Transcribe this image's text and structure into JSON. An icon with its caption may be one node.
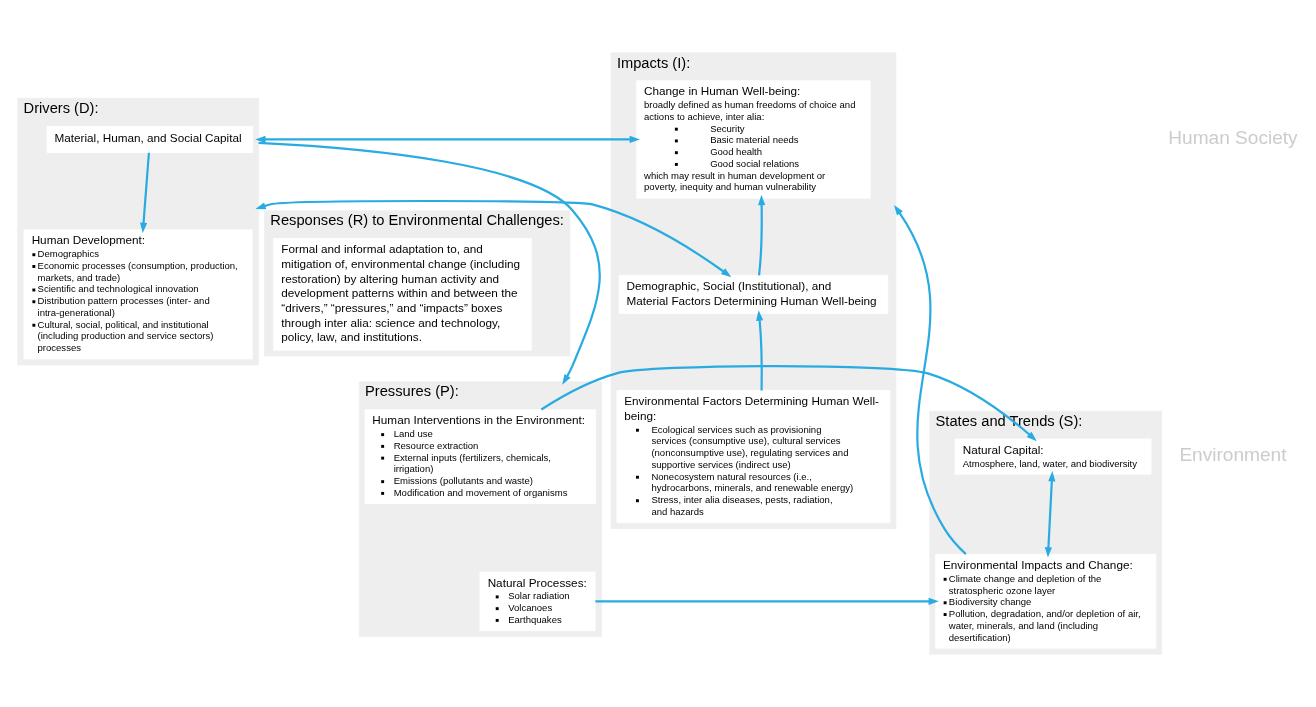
{
  "diagram": {
    "nodes": [
      {
        "text": [
          "Drivers (D):"
        ]
      },
      {
        "text": [
          "Material, Human, and Social Capital"
        ],
        "in": 0
      },
      {
        "text": [
          "Human Development:",
          "Demographics",
          "Economic processes (consumption, production, markets, and trade)",
          "Scientific and technological innovation",
          "Distribution pattern processes (inter- and intra-generational)",
          "Cultural, social, political, and institutional (including production and service sectors) processes"
        ],
        "in": 0
      },
      {
        "text": [
          "Responses (R) to Environmental Challenges:"
        ]
      },
      {
        "text": [
          "Formal and informal adaptation to, and mitigation of, environmental change (including restoration) by altering human activity and development patterns within and between the “drivers,” “pressures,” and “impacts” boxes through inter alia: science and technology, policy, law, and institutions."
        ],
        "in": 3
      },
      {
        "text": [
          "Impacts (I):"
        ]
      },
      {
        "text": [
          "Change in Human Well-being:",
          "broadly defined as human freedoms of choice and actions to achieve, inter alia:",
          "Security",
          "Basic material needs",
          "Good health",
          "Good social relations",
          "which may result in human development or poverty, inequity and human vulnerability"
        ],
        "in": 5
      },
      {
        "text": [
          "Demographic, Social (Institutional), and Material Factors Determining Human Well-being"
        ],
        "in": 5
      },
      {
        "text": [
          "Environmental Factors Determining Human Well-being:",
          "Ecological services such as provisioning services (consumptive use), cultural services (nonconsumptive use), regulating services and supportive services (indirect use)",
          "Nonecosystem natural resources (i.e., hydrocarbons, minerals, and renewable energy)",
          "Stress, inter alia diseases, pests, radiation, and hazards"
        ],
        "in": 5
      },
      {
        "text": [
          "Pressures (P):"
        ]
      },
      {
        "text": [
          "Human Interventions in the Environment:",
          "Land use",
          "Resource extraction",
          "External inputs (fertilizers, chemicals, irrigation)",
          "Emissions (pollutants and waste)",
          "Modification and movement of organisms"
        ],
        "in": 9
      },
      {
        "text": [
          "Natural Processes:",
          "Solar radiation",
          "Volcanoes",
          "Earthquakes"
        ],
        "in": 9
      },
      {
        "text": [
          "States and Trends (S):"
        ]
      },
      {
        "text": [
          "Natural Capital:",
          "Atmosphere, land, water, and biodiversity"
        ],
        "in": 12
      },
      {
        "text": [
          "Environmental Impacts and Change:",
          "Climate change and depletion of the stratospheric ozone layer",
          "Biodiversity change",
          "Pollution, degradation, and/or depletion of air, water, minerals, and land (including desertification)"
        ],
        "in": 12
      }
    ],
    "edges": [
      {
        "from": 1,
        "to": 2,
        "arrow": "to"
      },
      {
        "from": 0,
        "to": 6,
        "arrow": "both"
      },
      {
        "from": 0,
        "to": 7,
        "arrow": "both"
      },
      {
        "from": 0,
        "to": 9,
        "arrow": "to"
      },
      {
        "from": 10,
        "to": 13,
        "arrow": "to"
      },
      {
        "from": 13,
        "to": 14,
        "arrow": "both"
      },
      {
        "from": 11,
        "to": 14,
        "arrow": "to"
      },
      {
        "from": 14,
        "to": 5,
        "arrow": "to"
      },
      {
        "from": 8,
        "to": 7,
        "arrow": "to"
      },
      {
        "from": 7,
        "to": 6,
        "arrow": "to"
      }
    ],
    "labels": [
      "Human Society",
      "Environment"
    ]
  }
}
